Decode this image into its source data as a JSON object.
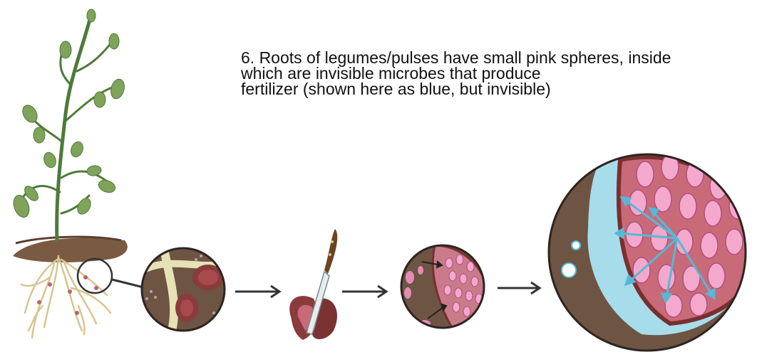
{
  "caption": {
    "line1": "6. Roots of legumes/pulses have small pink spheres, inside",
    "line2": "which are invisible microbes that produce",
    "line3": "fertilizer (shown here as blue, but invisible)"
  },
  "colors": {
    "stem": "#4e7a3a",
    "leaf": "#7fa35a",
    "soil": "#7a5a42",
    "root": "#d8c58f",
    "nodule_outer": "#8a3b3c",
    "nodule_inner": "#c96a78",
    "pink_sphere": "#e58bb5",
    "microbe_blue": "#57b8d6",
    "arrow": "#333333"
  },
  "icons": [
    "plant-illustration",
    "knife-icon",
    "arrow-right-icon",
    "magnifier-circle",
    "nodule-cross-section",
    "microbe-arrows"
  ]
}
